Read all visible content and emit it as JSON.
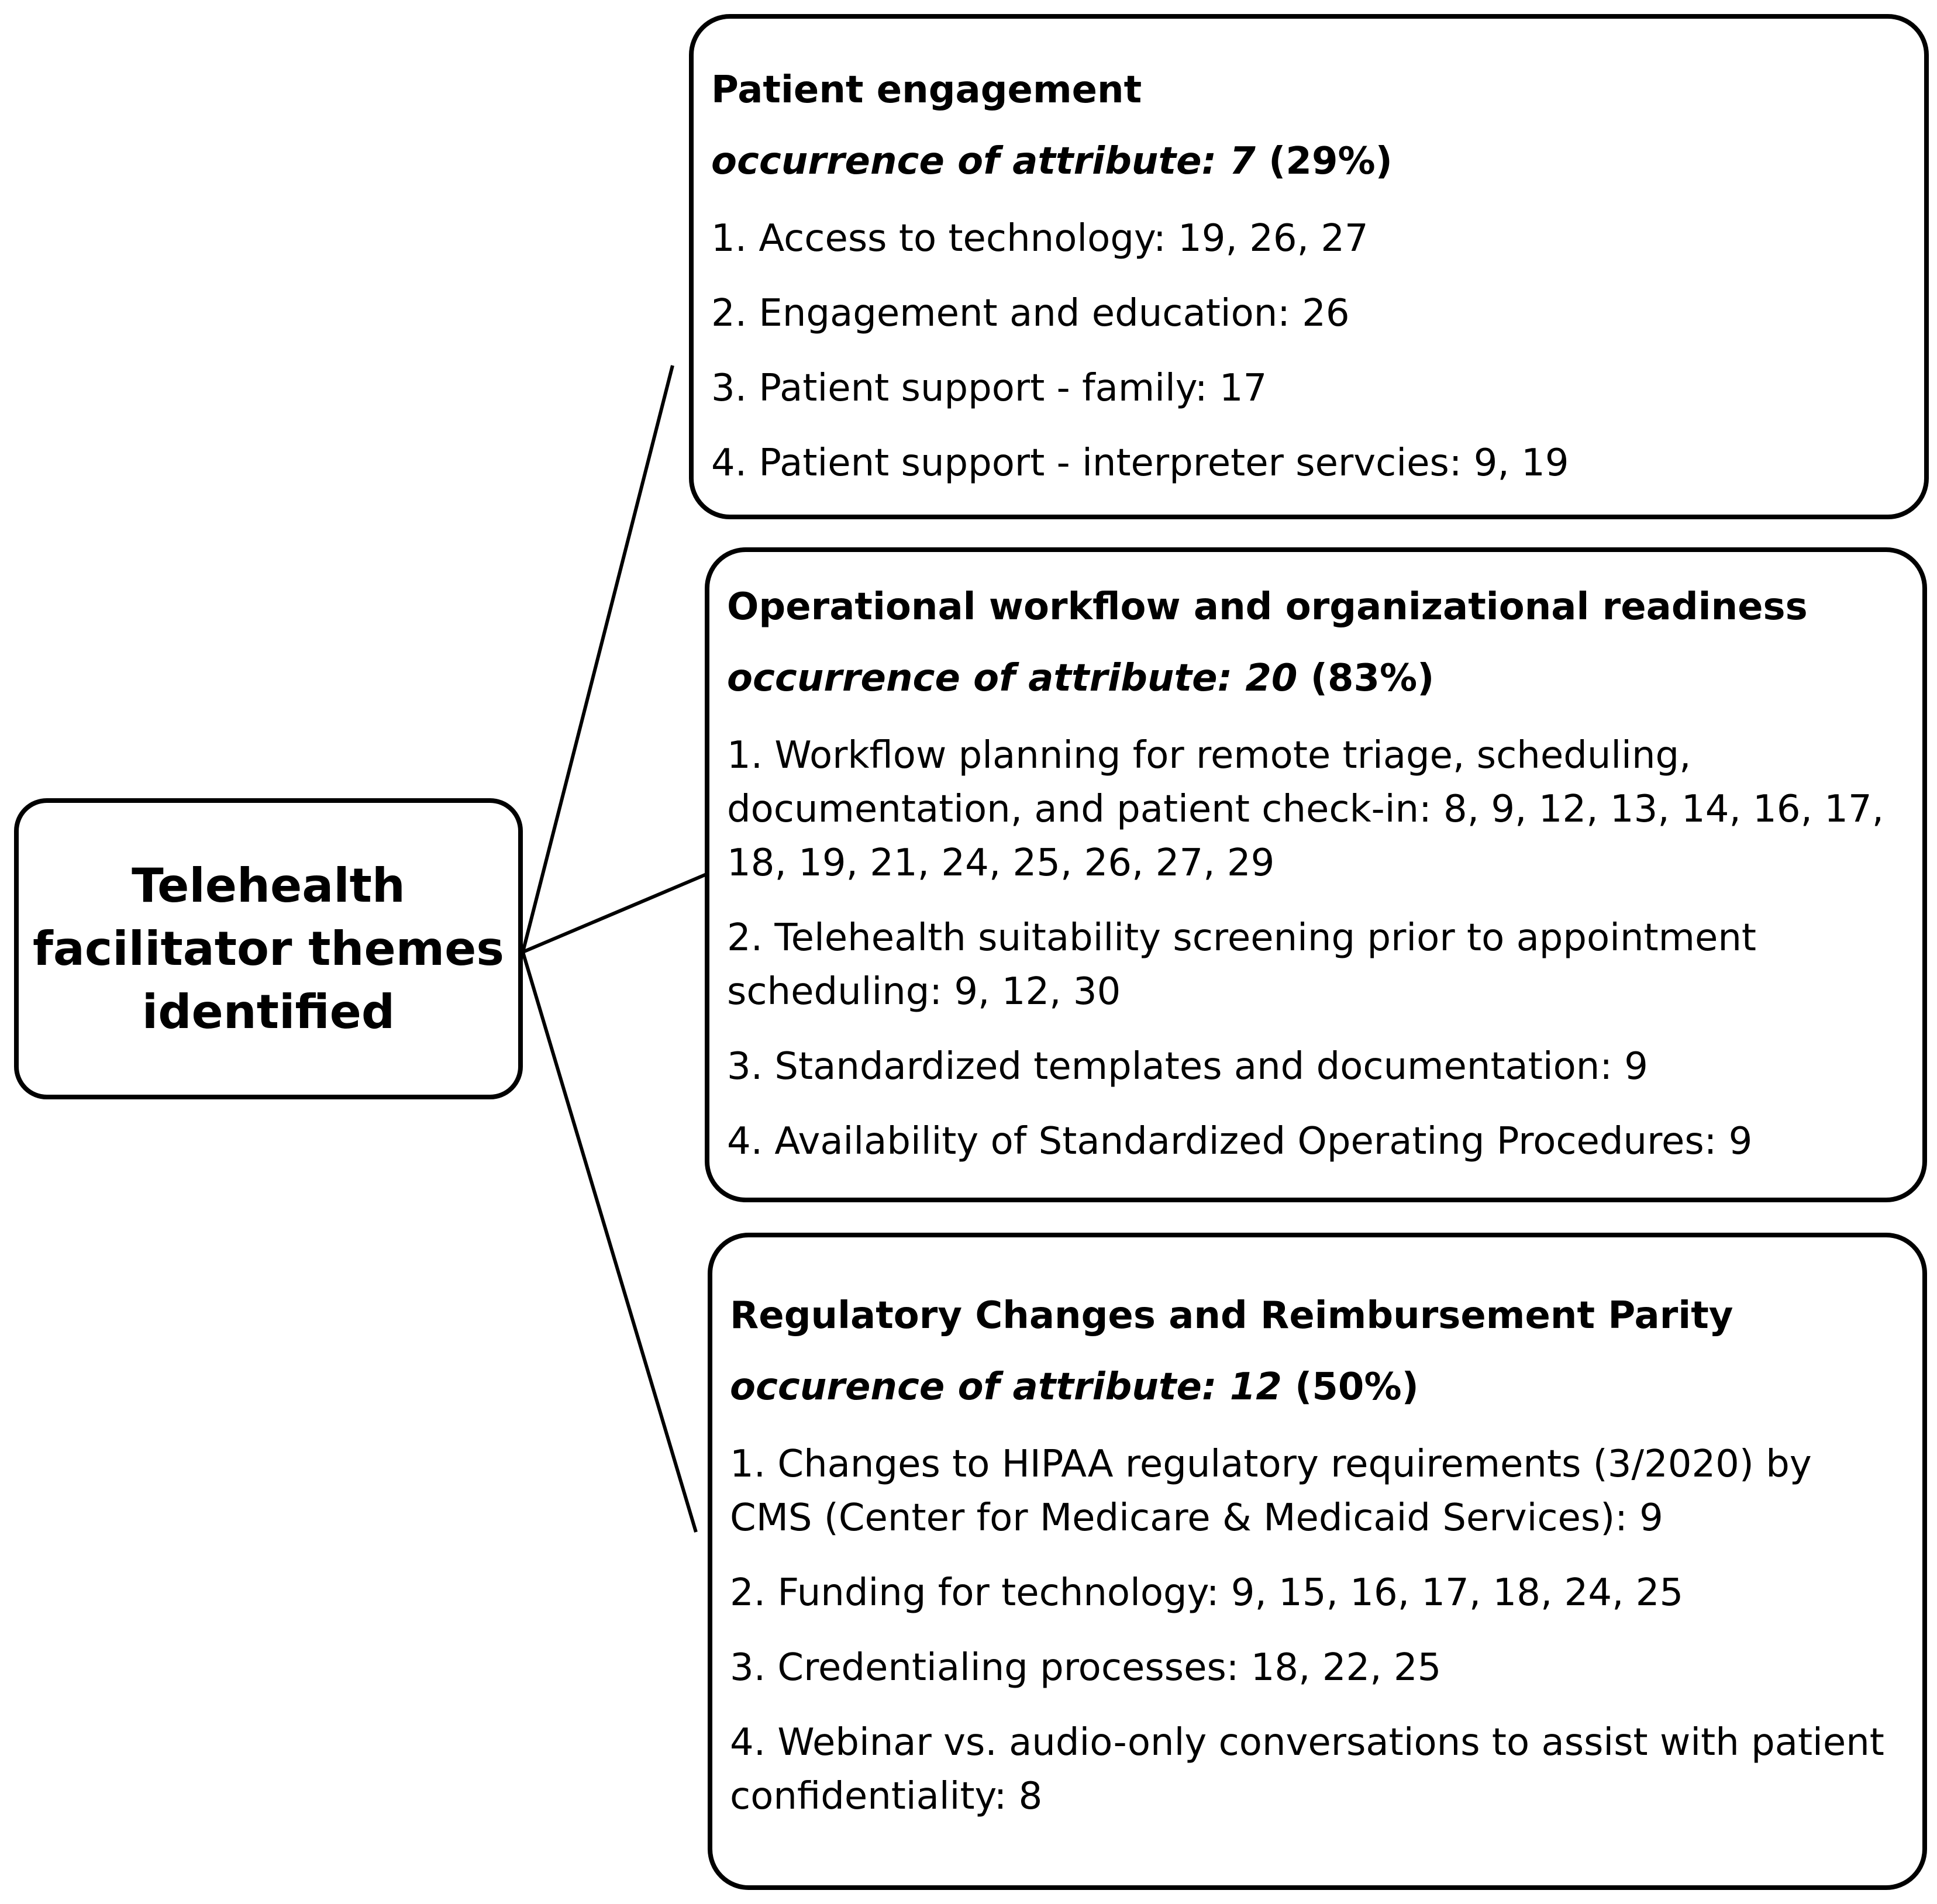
{
  "root": {
    "title_lines": [
      "Telehealth",
      "facilitator themes",
      "identified"
    ]
  },
  "themes": [
    {
      "title": "Patient engagement",
      "occurrence_label": "occurrence of attribute: 7",
      "occurrence_pct": "(29%)",
      "items": [
        "1. Access to technology: 19, 26, 27",
        "2. Engagement and education: 26",
        "3. Patient support - family: 17",
        "4. Patient support - interpreter servcies: 9, 19"
      ]
    },
    {
      "title": "Operational workflow and organizational readiness",
      "occurrence_label": "occurrence of attribute: 20",
      "occurrence_pct": "(83%)",
      "items": [
        "1. Workflow planning for remote triage, scheduling, documentation, and patient check-in: 8, 9, 12, 13, 14, 16, 17, 18, 19, 21, 24, 25, 26, 27, 29",
        "2. Telehealth suitability screening prior to appointment scheduling: 9, 12, 30",
        "3. Standardized templates and documentation: 9",
        "4. Availability of Standardized Operating Procedures: 9"
      ]
    },
    {
      "title": "Regulatory Changes and Reimbursement Parity",
      "occurrence_label": "occurence of attribute: 12",
      "occurrence_pct": "(50%)",
      "items": [
        "1. Changes to HIPAA regulatory requirements (3/2020) by CMS (Center for Medicare & Medicaid Services): 9",
        "2. Funding for technology: 9, 15, 16, 17, 18, 24, 25",
        "3. Credentialing processes: 18, 22, 25",
        "4. Webinar vs. audio-only conversations to assist with patient confidentiality: 8"
      ]
    }
  ]
}
